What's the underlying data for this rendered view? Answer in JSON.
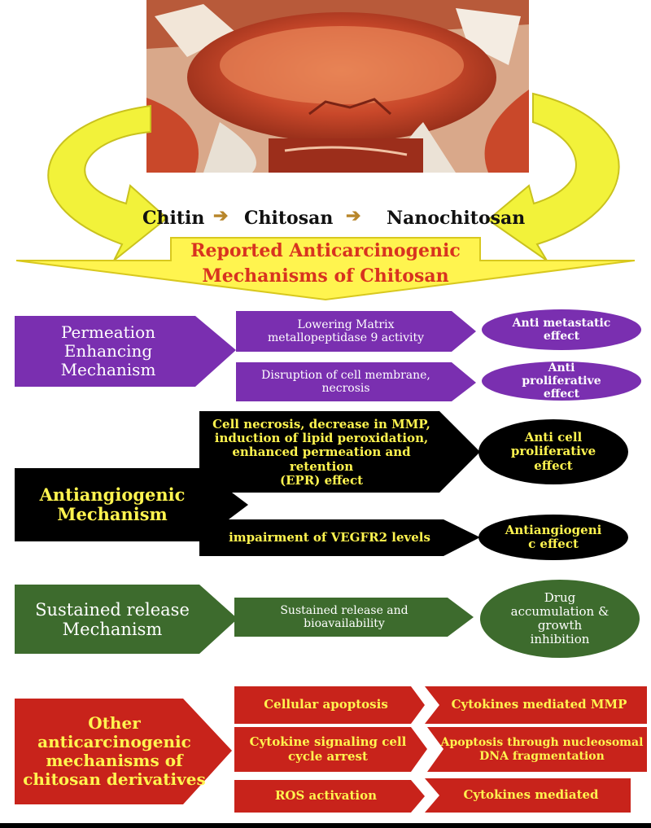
{
  "source_chain": {
    "stage1": "Chitin",
    "stage2": "Chitosan",
    "stage3": "Nanochitosan",
    "arrow_color": "#b8862a"
  },
  "banner": {
    "line1": "Reported Anticarcinogenic",
    "line2": "Mechanisms of Chitosan",
    "text_color": "#d8331f",
    "fill": "#fff44f"
  },
  "sections": [
    {
      "id": "permeation",
      "color": "#7a2fb0",
      "text_color": "#ffffff",
      "title": [
        "Permeation",
        "Enhancing",
        "Mechanism"
      ],
      "rows": [
        {
          "mechanism": [
            "Lowering Matrix",
            "metallopeptidase 9 activity"
          ],
          "effect": [
            "Anti metastatic",
            "effect"
          ]
        },
        {
          "mechanism": [
            "Disruption of cell membrane,",
            "necrosis"
          ],
          "effect": [
            "Anti",
            "proliferative",
            "effect"
          ]
        }
      ]
    },
    {
      "id": "antiangiogenic",
      "color": "#000000",
      "text_color": "#fff44f",
      "title": [
        "Antiangiogenic",
        "Mechanism"
      ],
      "rows": [
        {
          "mechanism": [
            "Cell necrosis, decrease in MMP,",
            "induction of lipid peroxidation,",
            "enhanced permeation and retention",
            "(EPR) effect"
          ],
          "effect": [
            "Anti cell",
            "proliferative",
            "effect"
          ]
        },
        {
          "mechanism": [
            "impairment of VEGFR2 levels"
          ],
          "effect": [
            "Antiangiogeni",
            "c effect"
          ]
        }
      ]
    },
    {
      "id": "sustained",
      "color": "#3d6b2d",
      "text_color": "#ffffff",
      "title": [
        "Sustained release",
        "Mechanism"
      ],
      "rows": [
        {
          "mechanism": [
            "Sustained release and",
            "bioavailability"
          ],
          "effect": [
            "Drug",
            "accumulation &",
            "growth",
            "inhibition"
          ]
        }
      ]
    },
    {
      "id": "other",
      "color": "#c8231b",
      "text_color": "#fff44f",
      "title": [
        "Other",
        "anticarcinogenic",
        "mechanisms of",
        "chitosan derivatives"
      ],
      "rows": [
        {
          "mechanism": [
            "Cellular apoptosis"
          ],
          "effect": [
            "Cytokines mediated MMP"
          ]
        },
        {
          "mechanism": [
            "Cytokine signaling cell",
            "cycle arrest"
          ],
          "effect": [
            "Apoptosis through nucleosomal",
            "DNA fragmentation"
          ]
        },
        {
          "mechanism": [
            "ROS activation"
          ],
          "effect": [
            "Cytokines mediated"
          ]
        }
      ]
    }
  ]
}
